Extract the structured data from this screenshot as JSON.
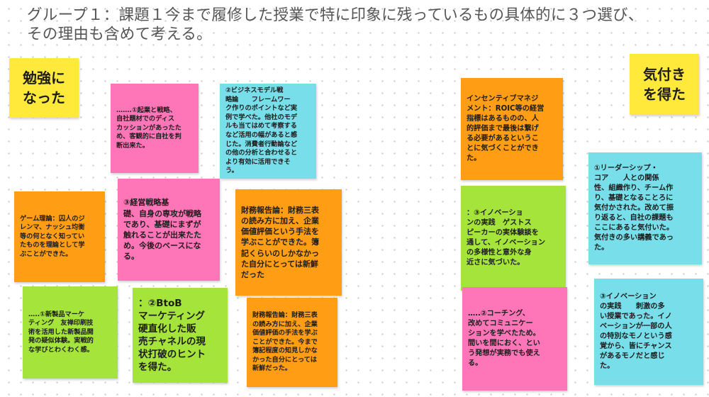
{
  "title": "グループ１：課題１今まで履修した授業で特に印象に残っているもの具体的に３つ選び、\nその理由も含めて考える。",
  "headers": {
    "left": "勉強に\nなった",
    "right": "気付き\nを得た"
  },
  "notes": {
    "n1": "…….①起業と戦略、\n自社題材でのディス\nカッションがあったた\nめ、客観的に自社を判\n断出来た。",
    "n2": "②ビジネスモデル戦\n略論　　フレームワー\nク作りのポイントなど実\n例で学べた。他社のモデ\nルも当てはめて考察する\nなど活用の幅があると感\nじた。消費者行動論など\nの他の分析と合わせると\nより有効に活用できそ\nう。",
    "n3": "ゲーム理論：囚人のジ\nレンマ、ナッシュ均衡\n等の何となく知ってい\nたものを理論として学\nぶことができた。",
    "n4": "③経営戦略基\n礎、自身の専攻が戦略\nであり、基礎にまずが\n触れることが出来たた\nめ。今後のベースにな\nる。",
    "n5": "財務報告論：財務三表\nの読み方に加え、企業\n価値評価という手法を\n学ぶことができた。簿\n記くらいのしかなかっ\nた自分にとっては新鮮\nだった",
    "n6": "…..①新製品マーケ\nティング　友禅印刷技\n術を活用した新製品開\n発の疑似体験。実戦的\nな学びとわくわく感。",
    "n7": "：②BtoB\nマーケティング\n硬直化した販\n売チャネルの現\n状打破のヒント\nを得た。",
    "n8": "財務報告論：財務三表\nの読み方に加え、企業\n価値評価の手法を学ぶ\nことができた。今まで\n簿記程度の知見しかな\nかった自分にとっては\n新鮮だった。",
    "n9": "インセンティブマネジ\nメント：ROIC等の経営\n指標はあるものの、人\n的評価まで最後は繋げ\nる必要があるというこ\nとに気づくことができ\nた。",
    "n10": "①リーダーシップ・\nコア　　人との関係\n性、組織作り、チーム作\nり、基礎となることろに\n気付かされた。改めて振\nり返ると、自社の課題も\nここにあると気付いた。\n気付きの多い講義であっ\nた。",
    "n11": "：③イノベーショ\nンの実践　ゲストス\nピーカーの実体験談を\n通して、イノベーション\nの多様性と意外な身\n近さに気づいた。",
    "n12": "…..②コーチング、\n改めてコミュニケー\nションを学べたため。\n間いを間におく、とい\nう発想が実務でも使え\nる。",
    "n13": "③イノベーション\nの実践　　刺激の多\nい授業であった。イノ\nベーションが一部の人\nの特別なモノという感\n覚から、皆にチャンス\nがあるモノだと感じ\nた。"
  },
  "colors": {
    "yellow": "#ffea3b",
    "pink": "#ff76b8",
    "cyan": "#78deea",
    "orange": "#ff9e14",
    "lime": "#a5e43a"
  }
}
